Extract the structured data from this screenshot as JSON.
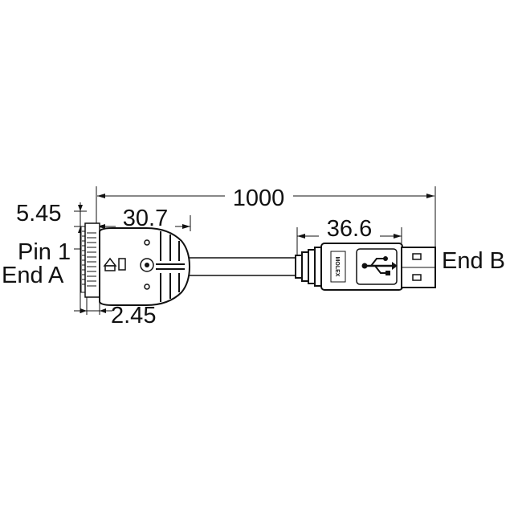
{
  "dimensions": {
    "overall_length": "1000",
    "end_a_height": "5.45",
    "end_a_body_length": "30.7",
    "end_a_offset": "2.45",
    "end_b_body_length": "36.6"
  },
  "labels": {
    "pin_1": "Pin 1",
    "end_a": "End A",
    "end_b": "End B",
    "brand": "MOLEX"
  },
  "icons": {
    "end_b_symbol": "usb-trident-icon",
    "end_a_marker": "arrow-up-icon"
  },
  "colors": {
    "ink": "#111111",
    "fill": "#ffffff"
  }
}
